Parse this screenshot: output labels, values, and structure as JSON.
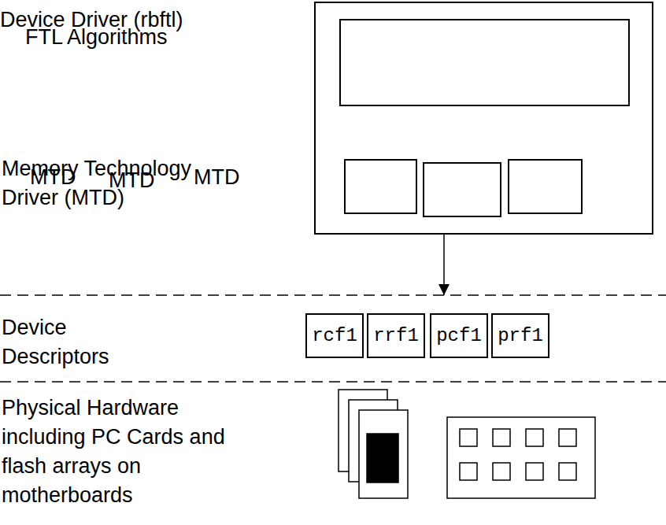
{
  "diagram": {
    "nodes": [
      {
        "text": [
          "Device Driver (rbftl)"
        ]
      },
      {
        "text": [
          "FTL Algorithms"
        ],
        "in": 0
      },
      {
        "text": [
          "MTD"
        ],
        "in": 0
      },
      {
        "text": [
          "MTD"
        ],
        "in": 0
      },
      {
        "text": [
          "MTD"
        ],
        "in": 0
      },
      {
        "text": [
          "rcf1"
        ]
      },
      {
        "text": [
          "rrf1"
        ]
      },
      {
        "text": [
          "pcf1"
        ]
      },
      {
        "text": [
          "prf1"
        ]
      }
    ],
    "labels": [
      "Memory Technology Driver (MTD)",
      "Device Descriptors",
      "Physical Hardware including PC Cards and flash arrays on motherboards"
    ]
  }
}
